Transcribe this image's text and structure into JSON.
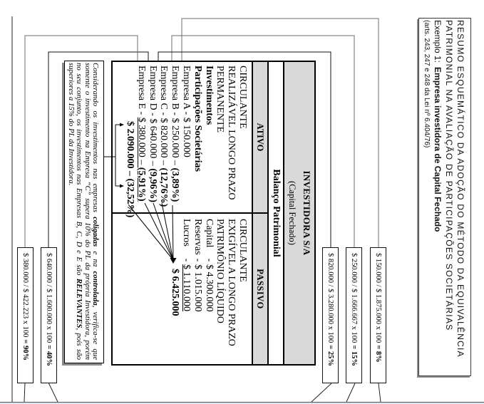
{
  "document": {
    "header": {
      "line1": "RESUMO ESQUEMÁTICO DA ADOÇÃO DO MÉTODO DA EQUIVALÊNCIA",
      "line2": "PATRIMONIAL NA AVALIAÇÃO DE PARTICIPAÇÕES SOCIETÁRIAS",
      "example_label": "Exemplo 1:",
      "example_title": "Empresa investidora de Capital Fechado",
      "legal_reference": "(arts. 243, 247 e 248 da Lei nº 6.404/76)"
    },
    "balance_sheet": {
      "company_name": "INVESTIDORA S/A",
      "company_type": "(Capital Fechado)",
      "title": "Balanço Patrimonial",
      "assets": {
        "header": "ATIVO",
        "accounts": [
          "CIRCULANTE",
          "REALIZÁVEL LONGO PRAZO",
          "PERMANENTE"
        ],
        "investments": "Investimentos",
        "equity_holdings": "Participações Societárias",
        "companies": [
          {
            "name": "Empresa A",
            "sep": "-",
            "value": "$ 150.000",
            "dash": "",
            "share": ""
          },
          {
            "name": "Empresa B",
            "sep": "-",
            "value": "$ 250.000",
            "dash": "–",
            "share": "(3,89%)"
          },
          {
            "name": "Empresa C",
            "sep": "-",
            "value": "$ 820.000",
            "dash": "–",
            "share": "(12,76%)"
          },
          {
            "name": "Empresa D",
            "sep": "-",
            "value": "$ 640.000",
            "dash": "–",
            "share": "(9,96%)"
          },
          {
            "name": "Empresa E",
            "sep": "-",
            "value": "$ 380.000",
            "dash": "–",
            "share": "(5,91%)"
          }
        ],
        "total": {
          "value": "$ 2.090.000",
          "dash": "–",
          "share": "(32,52%)"
        }
      },
      "liabilities": {
        "header": "PASSIVO",
        "accounts": [
          "CIRCULANTE",
          "EXIGÍVEL A LONGO PRAZO",
          "PATRIMÔNIO LÍQUIDO"
        ],
        "equity_items": [
          {
            "label": "Capital",
            "sep": "-",
            "value": "$ 4.300.000"
          },
          {
            "label": "Reservas",
            "sep": "-",
            "value": "$ 1.015.000"
          },
          {
            "label": "Lucros",
            "sep": "-",
            "value": "$ 1.110.000"
          }
        ],
        "total": "$ 6.425.000"
      }
    },
    "note": {
      "lines": [
        [
          "Considerando os investimentos nas empresas ",
          "coligadas",
          " e na ",
          "controlada",
          ", verifica-se que"
        ],
        [
          "somente o investimento na Empresa “C” supera 10% do PL da própria Investidora, porém"
        ],
        [
          "no seu conjunto, os investimentos nas Empresas B, C, D e E são ",
          "RELEVANTES",
          ", pois são"
        ],
        [
          "superiores a 15% do PL da Investidora."
        ]
      ]
    },
    "ratio_boxes": [
      {
        "formula": "$ 150.000 / $ 1.875.000 x 100",
        "result": "= 8%"
      },
      {
        "formula": "$ 250.000 / $ 1.666.667 x 100",
        "result": "= 15%"
      },
      {
        "formula": "$ 820.000 / $ 3.280.000 x 100",
        "result": "= 25%"
      },
      {
        "formula": "$ 640.000 / $ 1.600.000 x 100",
        "result": "= 40%"
      },
      {
        "formula": "$ 380.000 / $ 422.223 x 100",
        "result": "= 90%"
      }
    ]
  }
}
